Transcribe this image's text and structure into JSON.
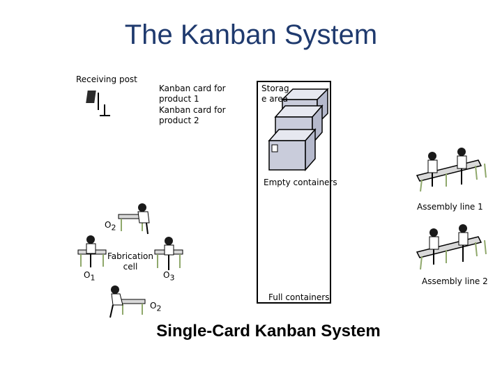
{
  "title": "The Kanban System",
  "labels": {
    "receiving_post": "Receiving post",
    "kanban_card_1": "Kanban card for product 1",
    "kanban_card_2": "Kanban card for product 2",
    "storage_area": "Storage area",
    "storage_line1": "Storag",
    "storage_line2": "e area",
    "empty_containers": "Empty containers",
    "full_containers": "Full containers",
    "assembly_line_1": "Assembly line 1",
    "assembly_line_2": "Assembly line 2",
    "fabrication_cell_line1": "Fabrication",
    "fabrication_cell_line2": "cell",
    "o1_main": "O",
    "o1_sub": "1",
    "o2_top_main": "O",
    "o2_top_sub": "2",
    "o2_bottom_main": "O",
    "o2_bottom_sub": "2",
    "o3_main": "O",
    "o3_sub": "3"
  },
  "bottom_title": "Single-Card Kanban System",
  "colors": {
    "title": "#1f3a6e",
    "container_face": "#c9ccdb",
    "container_top": "#e6e8f0",
    "hair": "#1a1a1a",
    "person_shirt": "#ffffff",
    "skin": "#e8c4a8",
    "table": "#d9d9d9",
    "legs": "#b5c98a"
  },
  "icons": [
    "receiving-post-icon",
    "storage-containers-icon",
    "assembly-worker-icon",
    "fabrication-worker-icon"
  ]
}
